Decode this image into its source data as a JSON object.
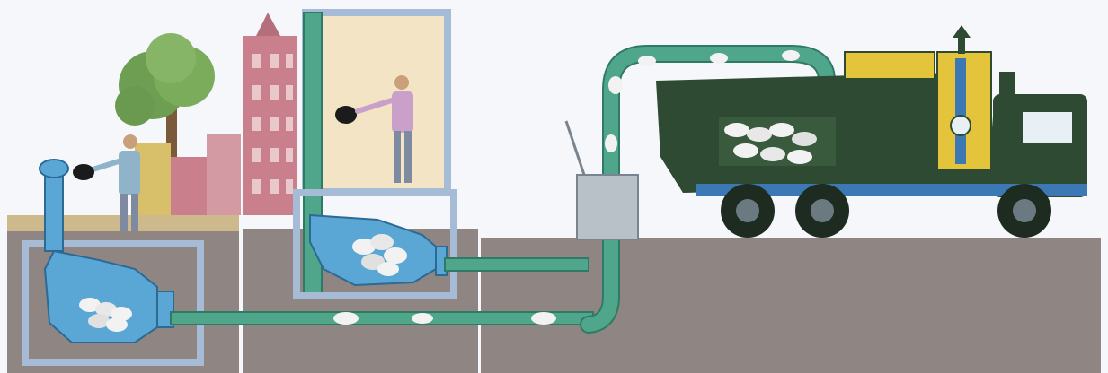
{
  "diagram": {
    "components": [
      "street-inlet-station",
      "indoor-chute-station",
      "underground-transport-pipe",
      "ground-docking-point",
      "collection-truck"
    ]
  },
  "colors": {
    "pipe_fill": "#4fa68a",
    "pipe_outline": "#2f7a66",
    "inlet_blue": "#5aa7d6",
    "truck_body": "#2e4a32",
    "truck_blue": "#3c78b4",
    "panel_yellow": "#e3c43a",
    "ground": "#8f8582",
    "soil_top": "#cdb98c",
    "building_pink": "#c9808c",
    "sky": "#f5f7fb"
  }
}
